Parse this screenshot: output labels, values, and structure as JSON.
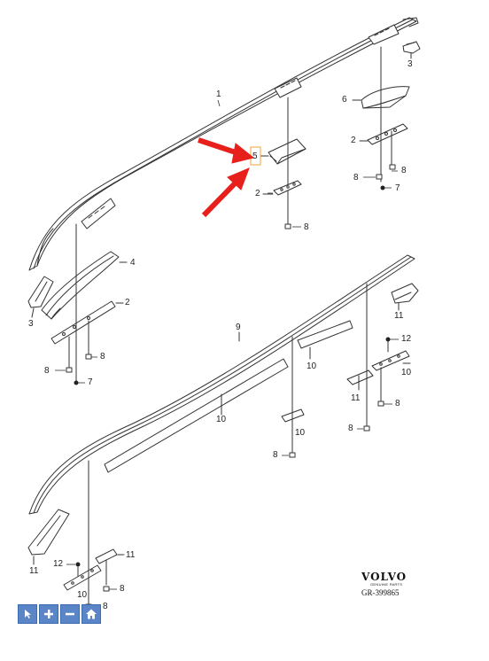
{
  "diagram": {
    "callouts": [
      {
        "id": "c1",
        "text": "1"
      },
      {
        "id": "c2a",
        "text": "2"
      },
      {
        "id": "c2b",
        "text": "2"
      },
      {
        "id": "c2c",
        "text": "2"
      },
      {
        "id": "c3a",
        "text": "3"
      },
      {
        "id": "c3b",
        "text": "3"
      },
      {
        "id": "c4",
        "text": "4"
      },
      {
        "id": "c5",
        "text": "5"
      },
      {
        "id": "c6",
        "text": "6"
      },
      {
        "id": "c7a",
        "text": "7"
      },
      {
        "id": "c7b",
        "text": "7"
      },
      {
        "id": "c8a",
        "text": "8"
      },
      {
        "id": "c8b",
        "text": "8"
      },
      {
        "id": "c8c",
        "text": "8"
      },
      {
        "id": "c8d",
        "text": "8"
      },
      {
        "id": "c8e",
        "text": "8"
      },
      {
        "id": "c8f",
        "text": "8"
      },
      {
        "id": "c8g",
        "text": "8"
      },
      {
        "id": "c8h",
        "text": "8"
      },
      {
        "id": "c8i",
        "text": "8"
      },
      {
        "id": "c8j",
        "text": "8"
      },
      {
        "id": "c8k",
        "text": "8"
      },
      {
        "id": "c9",
        "text": "9"
      },
      {
        "id": "c10a",
        "text": "10"
      },
      {
        "id": "c10b",
        "text": "10"
      },
      {
        "id": "c10c",
        "text": "10"
      },
      {
        "id": "c10d",
        "text": "10"
      },
      {
        "id": "c10e",
        "text": "10"
      },
      {
        "id": "c11a",
        "text": "11"
      },
      {
        "id": "c11b",
        "text": "11"
      },
      {
        "id": "c11c",
        "text": "11"
      },
      {
        "id": "c11d",
        "text": "11"
      },
      {
        "id": "c12a",
        "text": "12"
      },
      {
        "id": "c12b",
        "text": "12"
      }
    ],
    "brand": {
      "name": "VOLVO",
      "sub": "GENUINE PARTS",
      "code": "GR-399865"
    },
    "highlight_color": "#e8201c",
    "highlight_box_color": "#f2a23a"
  },
  "toolbar": {
    "buttons": [
      {
        "id": "select",
        "icon": "cursor-icon"
      },
      {
        "id": "zoom_in",
        "icon": "plus-icon"
      },
      {
        "id": "zoom_out",
        "icon": "minus-icon"
      },
      {
        "id": "home",
        "icon": "home-icon"
      }
    ]
  }
}
